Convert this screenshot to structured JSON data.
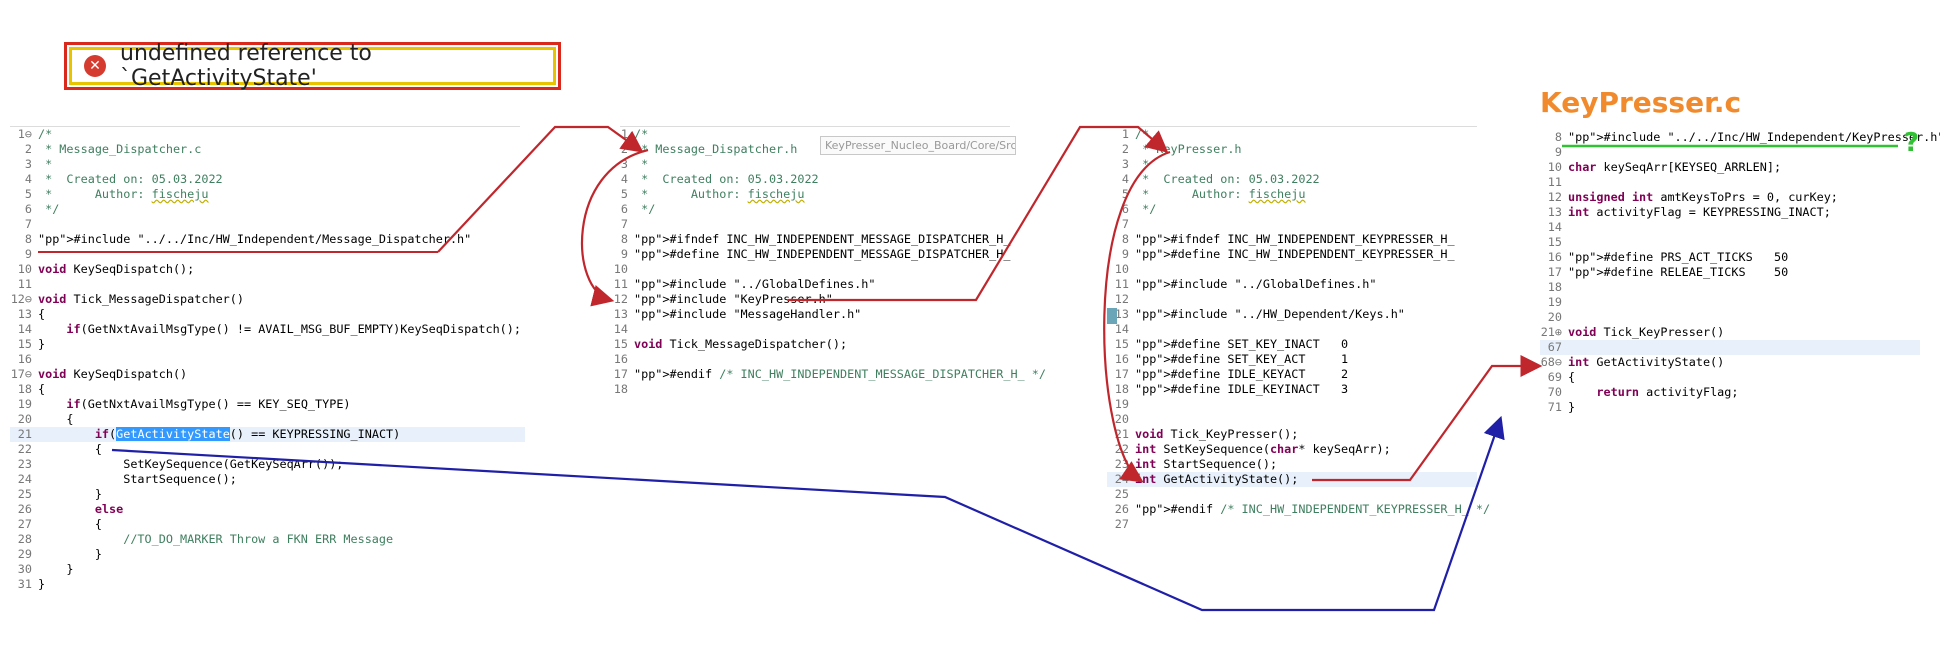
{
  "error": {
    "icon": "error-x-icon",
    "message": "undefined reference to `GetActivityState'",
    "border_color": "#d9281c",
    "inner_border_color": "#e8c300"
  },
  "keypresser_c_title": "KeyPresser.c",
  "breadcrumb": "KeyPresser_Nucleo_Board/Core/Src",
  "question_mark": "?",
  "colors": {
    "red_arrow": "#c0272d",
    "blue_arrow": "#1f1fa8",
    "green_underline": "#31c234",
    "title": "#f08a2c"
  },
  "panels": {
    "dispatcher_c": [
      {
        "n": "1⊖",
        "t": "/*"
      },
      {
        "n": "2",
        "t": " * Message_Dispatcher.c"
      },
      {
        "n": "3",
        "t": " *"
      },
      {
        "n": "4",
        "t": " *  Created on: 05.03.2022"
      },
      {
        "n": "5",
        "t": " *      Author: fischeju"
      },
      {
        "n": "6",
        "t": " */"
      },
      {
        "n": "7",
        "t": ""
      },
      {
        "n": "8",
        "t": "#include \"../../Inc/HW_Independent/Message_Dispatcher.h\""
      },
      {
        "n": "9",
        "t": ""
      },
      {
        "n": "10",
        "t": "void KeySeqDispatch();"
      },
      {
        "n": "11",
        "t": ""
      },
      {
        "n": "12⊖",
        "t": "void Tick_MessageDispatcher()"
      },
      {
        "n": "13",
        "t": "{"
      },
      {
        "n": "14",
        "t": "    if(GetNxtAvailMsgType() != AVAIL_MSG_BUF_EMPTY)KeySeqDispatch();"
      },
      {
        "n": "15",
        "t": "}"
      },
      {
        "n": "16",
        "t": ""
      },
      {
        "n": "17⊖",
        "t": "void KeySeqDispatch()"
      },
      {
        "n": "18",
        "t": "{"
      },
      {
        "n": "19",
        "t": "    if(GetNxtAvailMsgType() == KEY_SEQ_TYPE)"
      },
      {
        "n": "20",
        "t": "    {"
      },
      {
        "n": "21",
        "t": "        if(GetActivityState() == KEYPRESSING_INACT)"
      },
      {
        "n": "22",
        "t": "        {"
      },
      {
        "n": "23",
        "t": "            SetKeySequence(GetKeySeqArr());"
      },
      {
        "n": "24",
        "t": "            StartSequence();"
      },
      {
        "n": "25",
        "t": "        }"
      },
      {
        "n": "26",
        "t": "        else"
      },
      {
        "n": "27",
        "t": "        {"
      },
      {
        "n": "28",
        "t": "            //TO_DO_MARKER Throw a FKN ERR Message"
      },
      {
        "n": "29",
        "t": "        }"
      },
      {
        "n": "30",
        "t": "    }"
      },
      {
        "n": "31",
        "t": "}"
      }
    ],
    "dispatcher_h": [
      {
        "n": "1",
        "t": "/*"
      },
      {
        "n": "2",
        "t": " * Message_Dispatcher.h"
      },
      {
        "n": "3",
        "t": " *"
      },
      {
        "n": "4",
        "t": " *  Created on: 05.03.2022"
      },
      {
        "n": "5",
        "t": " *      Author: fischeju"
      },
      {
        "n": "6",
        "t": " */"
      },
      {
        "n": "7",
        "t": ""
      },
      {
        "n": "8",
        "t": "#ifndef INC_HW_INDEPENDENT_MESSAGE_DISPATCHER_H_"
      },
      {
        "n": "9",
        "t": "#define INC_HW_INDEPENDENT_MESSAGE_DISPATCHER_H_"
      },
      {
        "n": "10",
        "t": ""
      },
      {
        "n": "11",
        "t": "#include \"../GlobalDefines.h\""
      },
      {
        "n": "12",
        "t": "#include \"KeyPresser.h\""
      },
      {
        "n": "13",
        "t": "#include \"MessageHandler.h\""
      },
      {
        "n": "14",
        "t": ""
      },
      {
        "n": "15",
        "t": "void Tick_MessageDispatcher();"
      },
      {
        "n": "16",
        "t": ""
      },
      {
        "n": "17",
        "t": "#endif /* INC_HW_INDEPENDENT_MESSAGE_DISPATCHER_H_ */"
      },
      {
        "n": "18",
        "t": ""
      }
    ],
    "keypresser_h": [
      {
        "n": "1",
        "t": "/*"
      },
      {
        "n": "2",
        "t": " * KeyPresser.h"
      },
      {
        "n": "3",
        "t": " *"
      },
      {
        "n": "4",
        "t": " *  Created on: 05.03.2022"
      },
      {
        "n": "5",
        "t": " *      Author: fischeju"
      },
      {
        "n": "6",
        "t": " */"
      },
      {
        "n": "7",
        "t": ""
      },
      {
        "n": "8",
        "t": "#ifndef INC_HW_INDEPENDENT_KEYPRESSER_H_"
      },
      {
        "n": "9",
        "t": "#define INC_HW_INDEPENDENT_KEYPRESSER_H_"
      },
      {
        "n": "10",
        "t": ""
      },
      {
        "n": "11",
        "t": "#include \"../GlobalDefines.h\""
      },
      {
        "n": "12",
        "t": ""
      },
      {
        "n": "13",
        "t": "#include \"../HW_Dependent/Keys.h\""
      },
      {
        "n": "14",
        "t": ""
      },
      {
        "n": "15",
        "t": "#define SET_KEY_INACT   0"
      },
      {
        "n": "16",
        "t": "#define SET_KEY_ACT     1"
      },
      {
        "n": "17",
        "t": "#define IDLE_KEYACT     2"
      },
      {
        "n": "18",
        "t": "#define IDLE_KEYINACT   3"
      },
      {
        "n": "19",
        "t": ""
      },
      {
        "n": "20",
        "t": ""
      },
      {
        "n": "21",
        "t": "void Tick_KeyPresser();"
      },
      {
        "n": "22",
        "t": "int SetKeySequence(char* keySeqArr);"
      },
      {
        "n": "23",
        "t": "int StartSequence();"
      },
      {
        "n": "24",
        "t": "int GetActivityState();"
      },
      {
        "n": "25",
        "t": ""
      },
      {
        "n": "26",
        "t": "#endif /* INC_HW_INDEPENDENT_KEYPRESSER_H_ */"
      },
      {
        "n": "27",
        "t": ""
      }
    ],
    "keypresser_c": [
      {
        "n": "8",
        "t": "#include \"../../Inc/HW_Independent/KeyPresser.h\""
      },
      {
        "n": "9",
        "t": ""
      },
      {
        "n": "10",
        "t": "char keySeqArr[KEYSEQ_ARRLEN];"
      },
      {
        "n": "11",
        "t": ""
      },
      {
        "n": "12",
        "t": "unsigned int amtKeysToPrs = 0, curKey;"
      },
      {
        "n": "13",
        "t": "int activityFlag = KEYPRESSING_INACT;"
      },
      {
        "n": "14",
        "t": ""
      },
      {
        "n": "15",
        "t": ""
      },
      {
        "n": "16",
        "t": "#define PRS_ACT_TICKS   50"
      },
      {
        "n": "17",
        "t": "#define RELEAE_TICKS    50"
      },
      {
        "n": "18",
        "t": ""
      },
      {
        "n": "19",
        "t": ""
      },
      {
        "n": "20",
        "t": ""
      },
      {
        "n": "21⊕",
        "t": "void Tick_KeyPresser()"
      },
      {
        "n": "67",
        "t": ""
      },
      {
        "n": "68⊖",
        "t": "int GetActivityState()"
      },
      {
        "n": "69",
        "t": "{"
      },
      {
        "n": "70",
        "t": "    return activityFlag;"
      },
      {
        "n": "71",
        "t": "}"
      }
    ]
  }
}
